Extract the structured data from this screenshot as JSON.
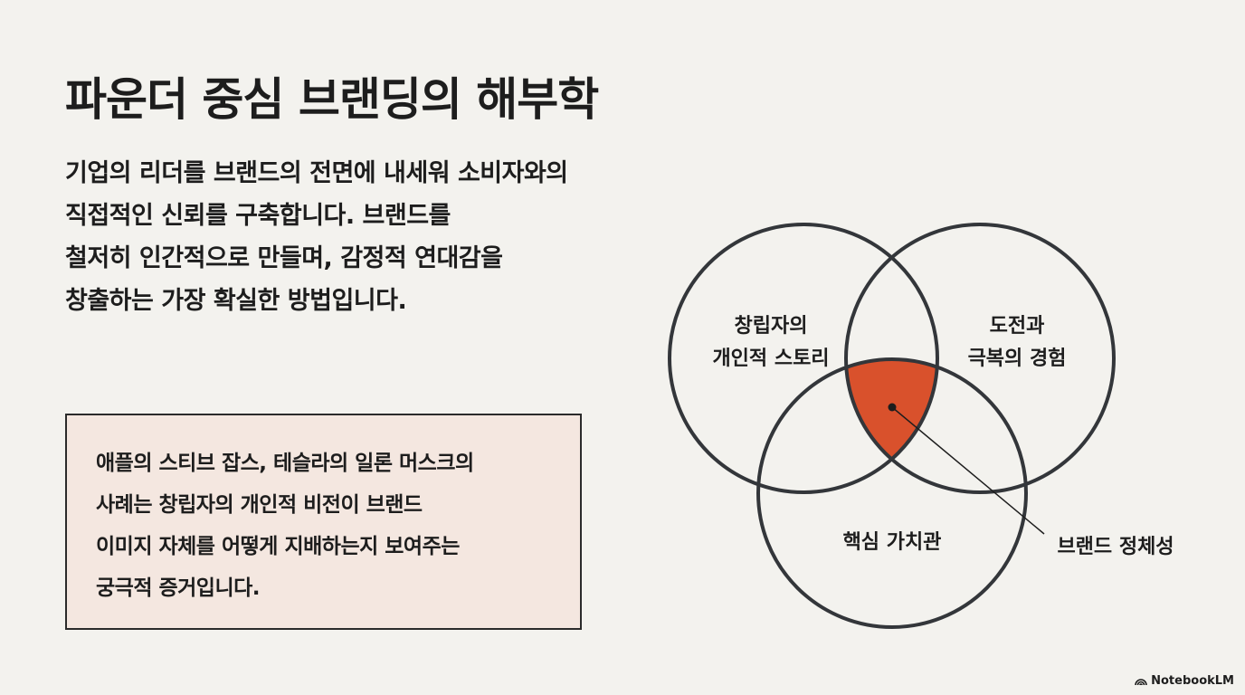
{
  "title": "파운더 중심 브랜딩의 해부학",
  "lead_lines": [
    "기업의 리더를 브랜드의 전면에 내세워 소비자와의",
    "직접적인 신뢰를 구축합니다. 브랜드를",
    "철저히 인간적으로 만들며, 감정적 연대감을",
    "창출하는 가장 확실한 방법입니다."
  ],
  "quote_lines": [
    "애플의 스티브 잡스, 테슬라의 일론 머스크의",
    "사례는 창립자의 개인적 비전이 브랜드",
    "이미지 자체를 어떻게 지배하는지 보여주는",
    "궁극적 증거입니다."
  ],
  "venn": {
    "circle1": [
      "창립자의",
      "개인적 스토리"
    ],
    "circle2": [
      "도전과",
      "극복의 경험"
    ],
    "circle3": [
      "핵심 가치관"
    ],
    "intersection_label": "브랜드 정체성",
    "colors": {
      "stroke": "#33363a",
      "highlight": "#d9512c"
    }
  },
  "logo": "NotebookLM"
}
